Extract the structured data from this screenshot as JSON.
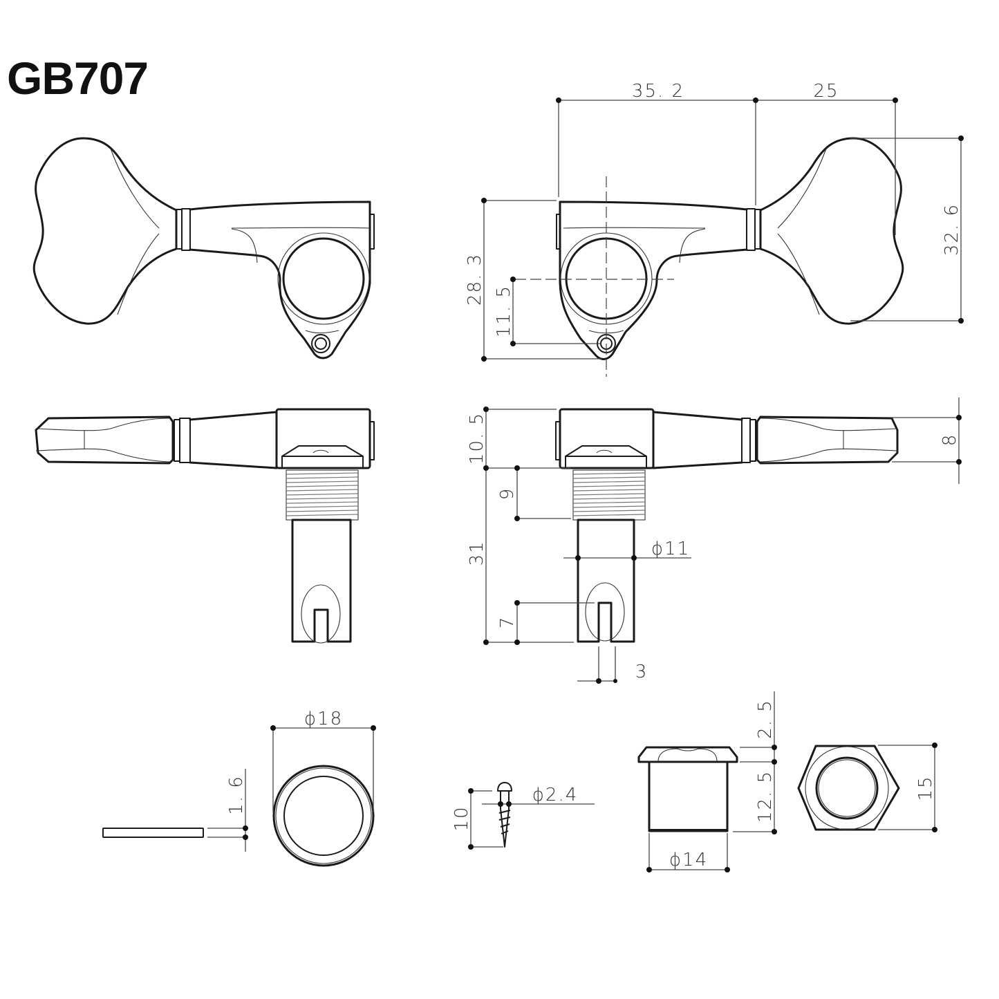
{
  "title": "GB707",
  "views": {
    "front_left": "front view (left)",
    "front_right": "front view (right, dimensioned)",
    "side_left": "side view (left)",
    "side_right": "side view (right, dimensioned)",
    "washer": "washer",
    "screw": "mounting screw",
    "bushing": "bushing",
    "nut": "hex nut"
  },
  "dimensions": {
    "base_to_shaft": "35. 2",
    "button_length": "25",
    "button_height": "32. 6",
    "housing_height": "28. 3",
    "post_to_screw": "11. 5",
    "housing_depth": "10. 5",
    "button_thickness": "8",
    "thread_length": "9",
    "post_length": "31",
    "post_diameter": "ϕ11",
    "slot_depth": "7",
    "slot_width": "3",
    "washer_thickness": "1. 6",
    "washer_diameter": "ϕ18",
    "screw_length": "10",
    "screw_diameter": "ϕ2.4",
    "bushing_flange": "2. 5",
    "bushing_length": "12. 5",
    "bushing_diameter": "ϕ14",
    "nut_width": "15"
  },
  "colors": {
    "line": "#1a1a1a",
    "dimension": "#444444",
    "background": "#ffffff"
  }
}
